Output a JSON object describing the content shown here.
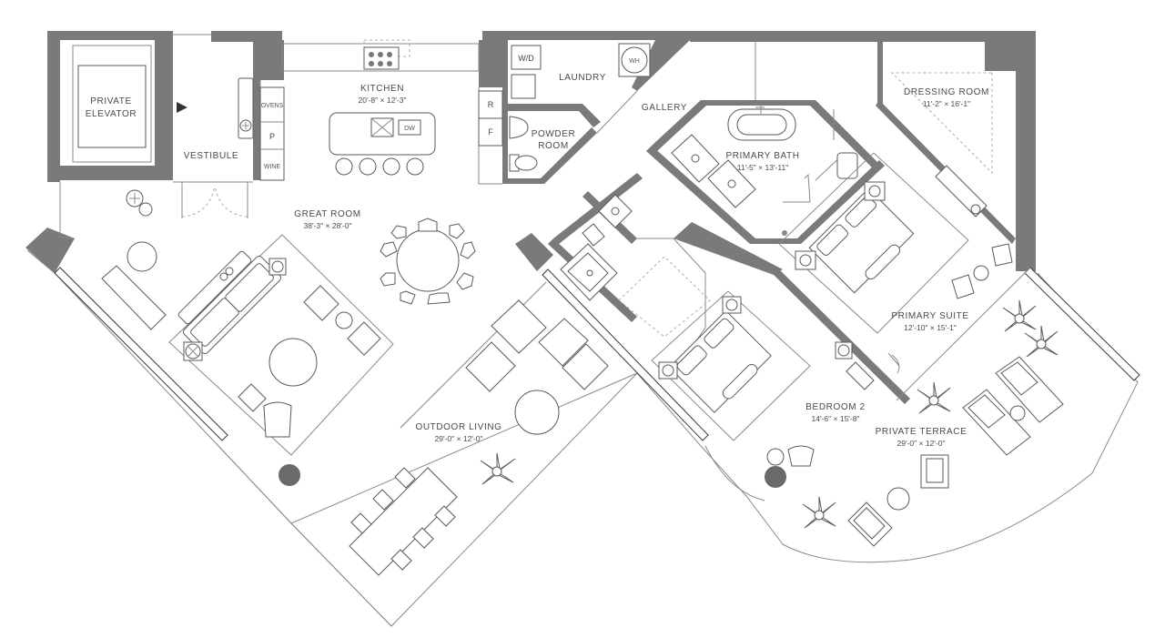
{
  "rooms": {
    "private_elevator": {
      "line1": "PRIVATE",
      "line2": "ELEVATOR"
    },
    "vestibule": {
      "name": "VESTIBULE"
    },
    "kitchen": {
      "name": "KITCHEN",
      "dim": "20'-8\" × 12'-3\""
    },
    "laundry": {
      "name": "LAUNDRY"
    },
    "powder_room": {
      "line1": "POWDER",
      "line2": "ROOM"
    },
    "gallery": {
      "name": "GALLERY"
    },
    "primary_bath": {
      "name": "PRIMARY BATH",
      "dim": "11'-5\" × 13'-11\""
    },
    "dressing_room": {
      "name": "DRESSING ROOM",
      "dim": "11'-2\" × 16'-1\""
    },
    "great_room": {
      "name": "GREAT ROOM",
      "dim": "38'-3\" × 28'-0\""
    },
    "outdoor_living": {
      "name": "OUTDOOR LIVING",
      "dim": "29'-0\" × 12'-0\""
    },
    "bedroom_2": {
      "name": "BEDROOM 2",
      "dim": "14'-6\" × 15'-8\""
    },
    "primary_suite": {
      "name": "PRIMARY SUITE",
      "dim": "12'-10\" × 15'-1\""
    },
    "private_terrace": {
      "name": "PRIVATE TERRACE",
      "dim": "29'-0\" × 12'-0\""
    }
  },
  "fixtures": {
    "ovens": "OVENS",
    "pantry": "P",
    "wine": "WINE",
    "refrigerator": "R",
    "freezer": "F",
    "dishwasher": "DW",
    "washer_dryer": "W/D",
    "water_heater": "WH"
  },
  "colors": {
    "wall": "#7a7a7a",
    "line": "#5a5a5a",
    "text": "#4a4a4a",
    "background": "#ffffff"
  }
}
